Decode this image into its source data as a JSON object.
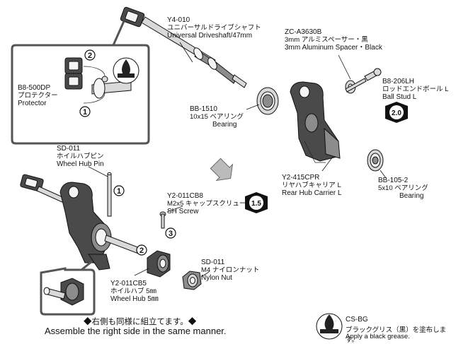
{
  "labels": {
    "driveshaft": {
      "code": "Y4-010",
      "jp": "ユニバーサルドライブシャフト",
      "en": "Universal Driveshaft/47mm"
    },
    "spacer": {
      "code": "ZC-A3630B",
      "jp": "3mm アルミスペーサー・黒",
      "en": "3mm Aluminum Spacer・Black"
    },
    "ball_stud": {
      "code": "B8-206LH",
      "jp": "ロッドエンドボール L",
      "en": "Ball Stud L"
    },
    "protector": {
      "code": "B8-500DP",
      "jp": "プロテクター",
      "en": "Protector"
    },
    "bearing_1510": {
      "code": "BB-1510",
      "jp": "10x15 ベアリング",
      "en": "Bearing"
    },
    "hub_carrier": {
      "code": "Y2-415CPR",
      "jp": "リヤハブキャリア L",
      "en": "Rear Hub Carrier L"
    },
    "bearing_1052": {
      "code": "BB-105-2",
      "jp": "5x10 ベアリング",
      "en": "Bearing"
    },
    "hub_pin": {
      "code": "SD-011",
      "jp": "ホイルハブピン",
      "en": "Wheel Hub Pin"
    },
    "sh_screw": {
      "code": "Y2-011CB8",
      "jp": "M2x5 キャップスクリュー",
      "en": "SH Screw"
    },
    "nylon_nut": {
      "code": "SD-011",
      "jp": "M4 ナイロンナット",
      "en": "Nylon Nut"
    },
    "wheel_hub": {
      "code": "Y2-011CB5",
      "jp": "ホイルハブ 5㎜",
      "en": "Wheel Hub 5㎜"
    }
  },
  "torque_badges": {
    "ball_stud": "2.0",
    "sh_screw": "1.5"
  },
  "steps": {
    "s1": "①",
    "s2": "②",
    "s3": "③"
  },
  "footer": {
    "jp": "◆右側も同様に組立てます。◆",
    "en": "Assemble the right side in the same manner."
  },
  "grease": {
    "code": "CS-BG",
    "jp": "ブラックグリス（黒）を塗布します。",
    "en": "Apply a black grease."
  }
}
